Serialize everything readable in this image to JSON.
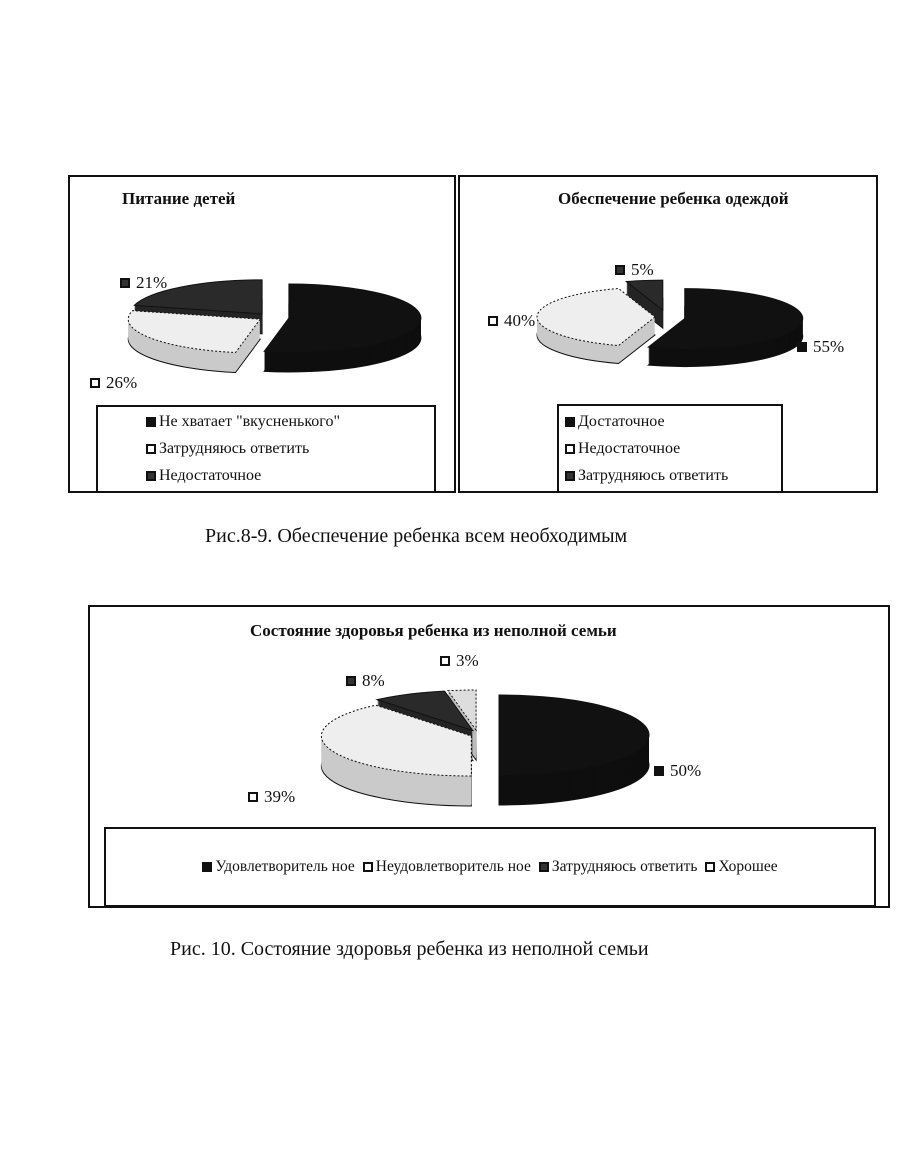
{
  "chart_data": [
    {
      "type": "pie",
      "title": "Питание детей",
      "categories": [
        "Не хватает \"вкусненького\"",
        "Затрудняюсь ответить",
        "Недостаточное"
      ],
      "values": [
        53,
        26,
        21
      ],
      "data_labels": [
        "",
        "26%",
        "21%"
      ],
      "fills": [
        "#111111",
        "#eeeeee",
        "#2a2a2a"
      ],
      "legend": "bottom"
    },
    {
      "type": "pie",
      "title": "Обеспечение ребенка одеждой",
      "categories": [
        "Достаточное",
        "Недостаточное",
        "Затрудняюсь ответить"
      ],
      "values": [
        55,
        40,
        5
      ],
      "data_labels": [
        "55%",
        "40%",
        "5%"
      ],
      "fills": [
        "#111111",
        "#eeeeee",
        "#2a2a2a"
      ],
      "legend": "bottom"
    },
    {
      "type": "pie",
      "title": "Состояние здоровья ребенка из неполной семьи",
      "categories": [
        "Удовлетворитель ное",
        "Неудовлетворитель ное",
        "Затрудняюсь ответить",
        "Хорошее"
      ],
      "values": [
        50,
        39,
        8,
        3
      ],
      "data_labels": [
        "50%",
        "39%",
        "8%",
        "3%"
      ],
      "fills": [
        "#111111",
        "#eeeeee",
        "#2a2a2a",
        "#dddddd"
      ],
      "legend": "bottom"
    }
  ],
  "captions": {
    "fig89": "Рис.8-9. Обеспечение ребенка всем необходимым",
    "fig10": "Рис. 10. Состояние здоровья ребенка из неполной семьи"
  }
}
